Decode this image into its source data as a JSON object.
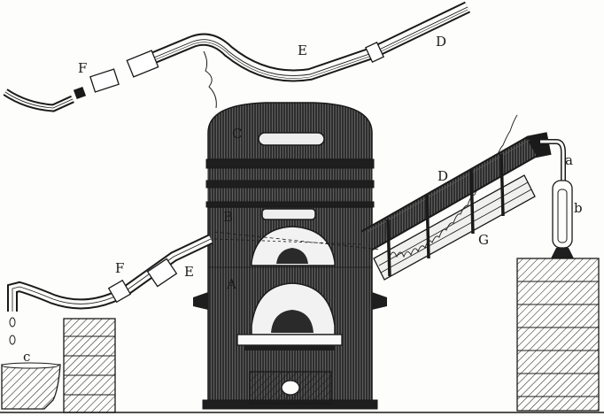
{
  "labels": {
    "a": "a",
    "b": "b",
    "c": "c",
    "A": "A",
    "B": "B",
    "C": "C",
    "D_top": "D",
    "D_right": "D",
    "E_top": "E",
    "E_left": "E",
    "F_top": "F",
    "F_left": "F",
    "G": "G"
  },
  "colors": {
    "ink": "#1a1a1a",
    "furnace": "#3a3a3a",
    "paper": "#fdfdfb"
  }
}
